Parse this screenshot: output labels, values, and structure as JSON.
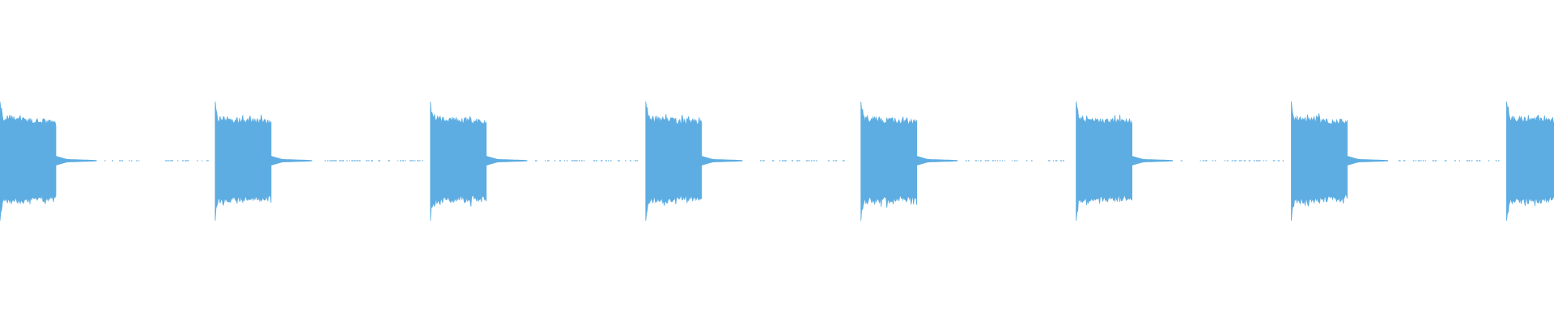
{
  "waveform": {
    "color": "#5dade2",
    "background": "#ffffff",
    "description_type": "audio-waveform",
    "period_fraction": 0.1385,
    "burst_fraction_of_period": 0.26,
    "burst_count_visible": 8,
    "burst_amplitude_top": 1.0,
    "burst_amplitude_edge": 0.7,
    "tail_amplitude": 0.05,
    "silence_amplitude": 0.01
  }
}
